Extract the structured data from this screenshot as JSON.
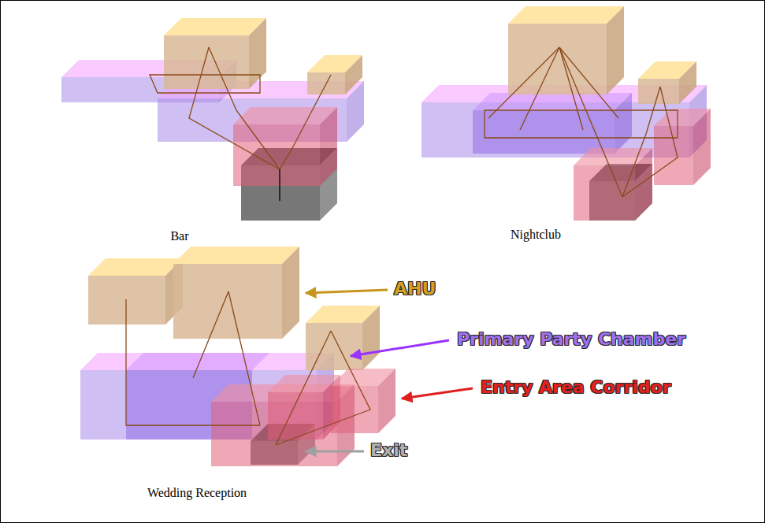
{
  "diagram": {
    "labels": [
      "Bar",
      "Nightclub",
      "Wedding Reception",
      "AHU",
      "Primary Party Chamber",
      "Entry Area Corridor",
      "Exit"
    ]
  }
}
